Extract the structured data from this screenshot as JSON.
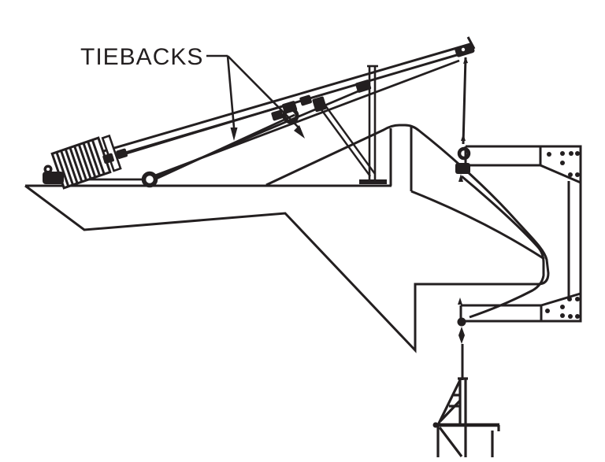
{
  "diagram": {
    "label": "TIEBACKS",
    "ink_color": "#231f20",
    "background_color": "#ffffff",
    "arrow_count": 2,
    "parts": [
      "tiebacks-label",
      "leader-line",
      "tieback-arrows",
      "counterweight",
      "roof-anchor",
      "turnbuckle",
      "heel-ring",
      "davit-beam",
      "beam-tip-block",
      "mast-post",
      "mast-base-plate",
      "diagonal-brace",
      "cable-clamp-cluster",
      "building-outline",
      "curved-parapet",
      "suspension-rope",
      "upper-shackle",
      "upper-wall-bracket",
      "gusset-plate-bolts",
      "wall-column",
      "lower-wall-bracket",
      "lower-shackle",
      "boatswain-chair"
    ]
  }
}
